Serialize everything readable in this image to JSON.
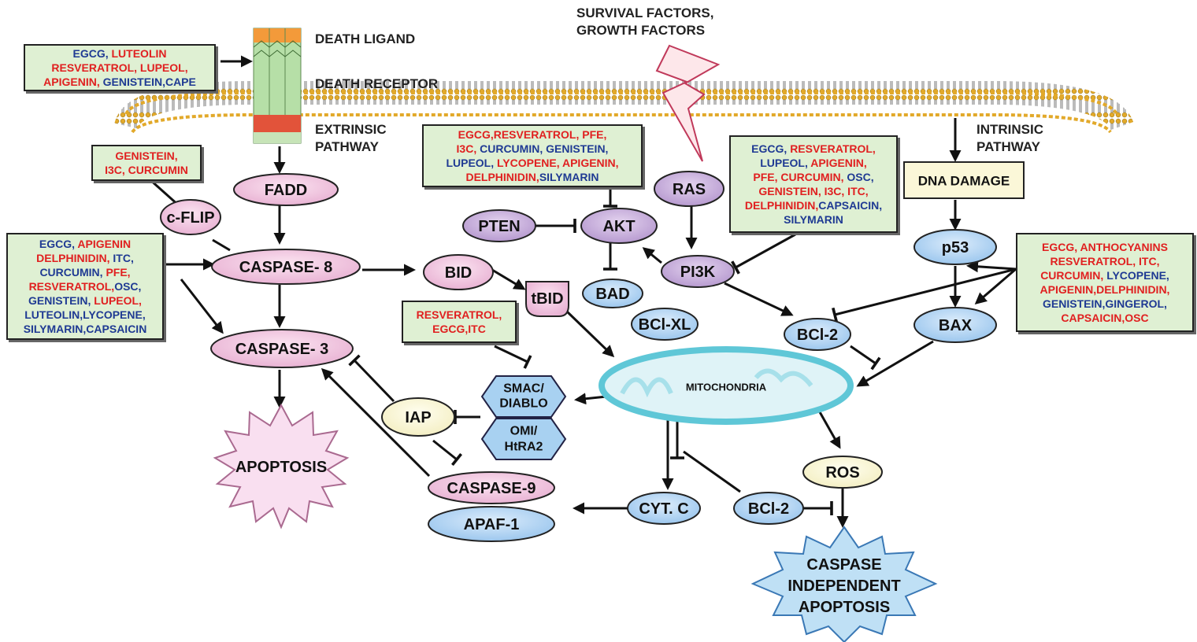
{
  "labels": {
    "death_ligand": "DEATH LIGAND",
    "death_receptor": "DEATH RECEPTOR",
    "extrinsic_1": "EXTRINSIC",
    "extrinsic_2": "PATHWAY",
    "survival_1": "SURVIVAL FACTORS,",
    "survival_2": "GROWTH FACTORS",
    "intrinsic_1": "INTRINSIC",
    "intrinsic_2": "PATHWAY",
    "dna_damage": "DNA DAMAGE"
  },
  "nodes": {
    "fadd": "FADD",
    "cflip": "c-FLIP",
    "caspase8": "CASPASE- 8",
    "caspase3": "CASPASE- 3",
    "apoptosis": "APOPTOSIS",
    "bid": "BID",
    "tbid": "tBID",
    "pten": "PTEN",
    "akt": "AKT",
    "bad": "BAD",
    "ras": "RAS",
    "pi3k": "PI3K",
    "bclxl": "BCl-XL",
    "bcl2_upper": "BCl-2",
    "p53": "p53",
    "bax": "BAX",
    "mitochondria": "MITOCHONDRIA",
    "iap": "IAP",
    "smac_1": "SMAC/",
    "smac_2": "DIABLO",
    "omi_1": "OMI/",
    "omi_2": "HtRA2",
    "caspase9": "CASPASE-9",
    "apaf1": "APAF-1",
    "cytc": "CYT. C",
    "bcl2_lower": "BCl-2",
    "ros": "ROS",
    "cia_1": "CASPASE",
    "cia_2": "INDEPENDENT",
    "cia_3": "APOPTOSIS"
  },
  "boxes": {
    "death_receptor_inhibitors": [
      [
        {
          "t": "EGCG, ",
          "c": "b"
        },
        {
          "t": "LUTEOLIN",
          "c": "r"
        }
      ],
      [
        {
          "t": "RESVERATROL, LUPEOL,",
          "c": "r"
        }
      ],
      [
        {
          "t": "APIGENIN, ",
          "c": "r"
        },
        {
          "t": "GENISTEIN,CAPE",
          "c": "b"
        }
      ]
    ],
    "cflip_inhibitors": [
      [
        {
          "t": "GENISTEIN,",
          "c": "r"
        }
      ],
      [
        {
          "t": "I3C, CURCUMIN",
          "c": "r"
        }
      ]
    ],
    "caspase_activators": [
      [
        {
          "t": "EGCG, ",
          "c": "b"
        },
        {
          "t": "APIGENIN",
          "c": "r"
        }
      ],
      [
        {
          "t": "DELPHINIDIN, ",
          "c": "r"
        },
        {
          "t": "ITC,",
          "c": "b"
        }
      ],
      [
        {
          "t": "CURCUMIN, ",
          "c": "b"
        },
        {
          "t": "PFE,",
          "c": "r"
        }
      ],
      [
        {
          "t": "RESVERATROL,",
          "c": "r"
        },
        {
          "t": "OSC,",
          "c": "b"
        }
      ],
      [
        {
          "t": "GENISTEIN, ",
          "c": "b"
        },
        {
          "t": "LUPEOL,",
          "c": "r"
        }
      ],
      [
        {
          "t": "LUTEOLIN,LYCOPENE,",
          "c": "b"
        }
      ],
      [
        {
          "t": "SILYMARIN,CAPSAICIN",
          "c": "b"
        }
      ]
    ],
    "akt_inhibitors": [
      [
        {
          "t": "EGCG,RESVERATROL, PFE,",
          "c": "r"
        }
      ],
      [
        {
          "t": "I3C, ",
          "c": "r"
        },
        {
          "t": "CURCUMIN, GENISTEIN,",
          "c": "b"
        }
      ],
      [
        {
          "t": "LUPEOL, ",
          "c": "b"
        },
        {
          "t": "LYCOPENE, APIGENIN,",
          "c": "r"
        }
      ],
      [
        {
          "t": "DELPHINIDIN,",
          "c": "r"
        },
        {
          "t": "SILYMARIN",
          "c": "b"
        }
      ]
    ],
    "pi3k_inhibitors": [
      [
        {
          "t": "EGCG, ",
          "c": "b"
        },
        {
          "t": "RESVERATROL,",
          "c": "r"
        }
      ],
      [
        {
          "t": "LUPEOL, ",
          "c": "b"
        },
        {
          "t": "APIGENIN,",
          "c": "r"
        }
      ],
      [
        {
          "t": "PFE, CURCUMIN, ",
          "c": "r"
        },
        {
          "t": "OSC,",
          "c": "b"
        }
      ],
      [
        {
          "t": "GENISTEIN, I3C, ITC,",
          "c": "r"
        }
      ],
      [
        {
          "t": "DELPHINIDIN,",
          "c": "r"
        },
        {
          "t": "CAPSAICIN,",
          "c": "b"
        }
      ],
      [
        {
          "t": "SILYMARIN",
          "c": "b"
        }
      ]
    ],
    "p53_bax_activators": [
      [
        {
          "t": "EGCG, ANTHOCYANINS",
          "c": "r"
        }
      ],
      [
        {
          "t": "RESVERATROL, ITC,",
          "c": "r"
        }
      ],
      [
        {
          "t": "CURCUMIN, ",
          "c": "r"
        },
        {
          "t": "LYCOPENE,",
          "c": "b"
        }
      ],
      [
        {
          "t": "APIGENIN,DELPHINIDIN,",
          "c": "r"
        }
      ],
      [
        {
          "t": "GENISTEIN,GINGEROL,",
          "c": "b"
        }
      ],
      [
        {
          "t": "CAPSAICIN,OSC",
          "c": "r"
        }
      ]
    ],
    "smac_inhibitors": [
      [
        {
          "t": "RESVERATROL,",
          "c": "r"
        }
      ],
      [
        {
          "t": "EGCG,ITC",
          "c": "r"
        }
      ]
    ]
  }
}
